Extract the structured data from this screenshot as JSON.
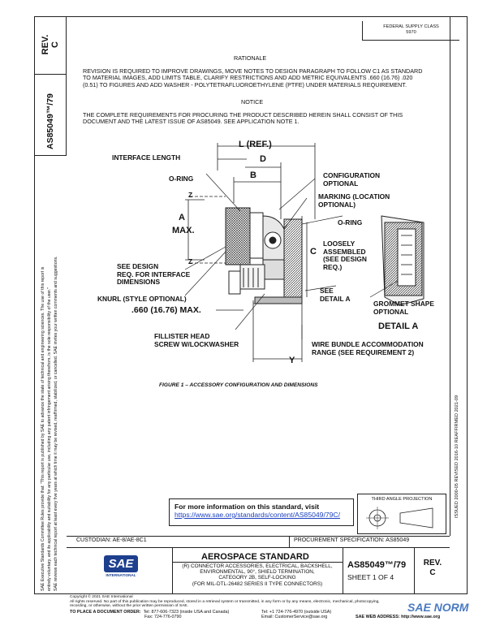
{
  "header": {
    "rev_label": "REV.",
    "rev_value": "C",
    "doc_number": "AS85049™/79",
    "top_note_line1": "FEDERAL SUPPLY CLASS",
    "top_note_line2": "5970"
  },
  "rationale": {
    "heading": "RATIONALE",
    "text": "REVISION IS REQUIRED TO IMPROVE DRAWINGS, MOVE NOTES TO DESIGN PARAGRAPH TO FOLLOW C1 AS STANDARD TO MATERIAL IMAGES, ADD LIMITS TABLE, CLARIFY RESTRICTIONS AND ADD METRIC EQUIVALENTS .660 (16.76) .020 (0.51) TO FIGURES AND ADD WASHER - POLYTETRAFLUOROETHYLENE (PTFE) UNDER MATERIALS REQUIREMENT."
  },
  "notice": {
    "heading": "NOTICE",
    "text": "THE COMPLETE REQUIREMENTS FOR PROCURING THE PRODUCT DESCRIBED HEREIN SHALL CONSIST OF THIS DOCUMENT AND THE LATEST ISSUE OF AS85049. SEE APPLICATION NOTE 1."
  },
  "figure": {
    "labels": {
      "interface_length": "INTERFACE LENGTH",
      "l_ref": "L (REF.)",
      "d": "D",
      "b": "B",
      "o_ring_left": "O-RING",
      "z_top": "Z",
      "z_bottom": "Z",
      "a_max_a": "A",
      "a_max_max": "MAX.",
      "configuration": "CONFIGURATION",
      "optional1": "OPTIONAL",
      "marking": "MARKING (LOCATION",
      "optional2": "OPTIONAL)",
      "o_ring_right": "O-RING",
      "loosely": "LOOSELY",
      "assembled": "ASSEMBLED",
      "see_design1": "(SEE DESIGN",
      "req": "REQ.)",
      "c": "C",
      "see_design_req1": "SEE DESIGN",
      "see_design_req2": "REQ. FOR INTERFACE",
      "see_design_req3": "DIMENSIONS",
      "knurl": "KNURL (STYLE OPTIONAL)",
      "see": "SEE",
      "detail_a_ref": "DETAIL A",
      "grommet1": "GROMMET SHAPE",
      "grommet2": "OPTIONAL",
      "dim_660": ".660 (16.76) MAX.",
      "detail_a": "DETAIL A",
      "fillister1": "FILLISTER HEAD",
      "fillister2": "SCREW W/LOCKWASHER",
      "wire1": "WIRE BUNDLE ACCOMMODATION",
      "wire2": "RANGE (SEE REQUIREMENT 2)",
      "y": "Y"
    },
    "caption": "FIGURE 1 – ACCESSORY CONFIGURATION AND DIMENSIONS"
  },
  "more_info": {
    "text": "For more information on this standard, visit",
    "url": "https://www.sae.org/standards/content/AS85049/79C/"
  },
  "third_angle": "THIRD ANGLE PROJECTION",
  "side_left": {
    "line1": "SAE Executive Standards Committee Rules provide that: \"This report is published by SAE to advance the state of technical and engineering sciences. The use of this report is",
    "line2": "entirely voluntary, and its applicability and suitability for any particular use, including any patent infringement arising therefrom, is the sole responsibility of the user.\"",
    "line3": "SAE reviews each technical report at least every five years at which time it may be revised, reaffirmed, stabilized, or cancelled. SAE invites your written comments and suggestions."
  },
  "side_right": "ISSUED 2000-05   REVISED 2016-10   REAFFIRMED 2021-09",
  "title_block": {
    "custodian": "CUSTODIAN: AE-8/AE-8C1",
    "procurement": "PROCUREMENT SPECIFICATION: AS85049",
    "aerospace_standard": "AEROSPACE STANDARD",
    "title_line1": "(R) CONNECTOR ACCESSORIES, ELECTRICAL, BACKSHELL,",
    "title_line2": "ENVIRONMENTAL, 90°, SHIELD TERMINATION,",
    "title_line3": "CATEGORY 2B, SELF-LOCKING",
    "title_line4": "(FOR MIL-DTL-26482 SERIES II TYPE CONNECTORS)",
    "doc_number": "AS85049™/79",
    "sheet": "SHEET 1 OF 4",
    "rev_label": "REV.",
    "rev_value": "C",
    "sae_logo": "SAE",
    "sae_sub": "INTERNATIONAL"
  },
  "footer": {
    "copyright": "Copyright © 2021 SAE International",
    "rights1": "All rights reserved. No part of this publication may be reproduced, stored in a retrieval system or transmitted, in any form or by any means, electronic, mechanical, photocopying,",
    "rights2": "recording, or otherwise, without the prior written permission of SAE.",
    "order_label": "TO PLACE A DOCUMENT ORDER:",
    "tel1": "Tel:  877-606-7323 (inside USA and Canada)",
    "tel2": "Tel:  +1 724-776-4970 (outside USA)",
    "fax": "Fax:  724-776-0790",
    "email": "Email: CustomerService@sae.org",
    "web": "SAE WEB ADDRESS: http://www.sae.org",
    "watermark": "SAE NORM"
  }
}
